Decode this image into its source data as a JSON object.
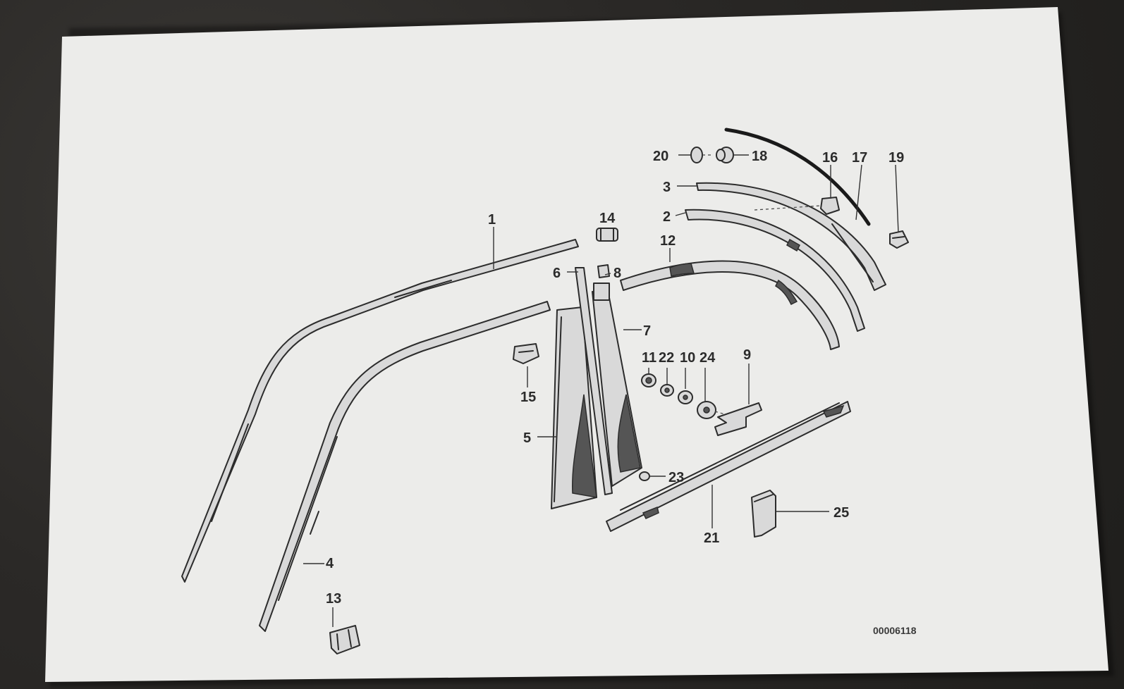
{
  "diagram": {
    "catalog_number": "00006118",
    "callouts": [
      "1",
      "2",
      "3",
      "4",
      "5",
      "6",
      "7",
      "8",
      "9",
      "10",
      "11",
      "12",
      "13",
      "14",
      "15",
      "16",
      "17",
      "18",
      "19",
      "20",
      "21",
      "22",
      "23",
      "24",
      "25"
    ]
  }
}
